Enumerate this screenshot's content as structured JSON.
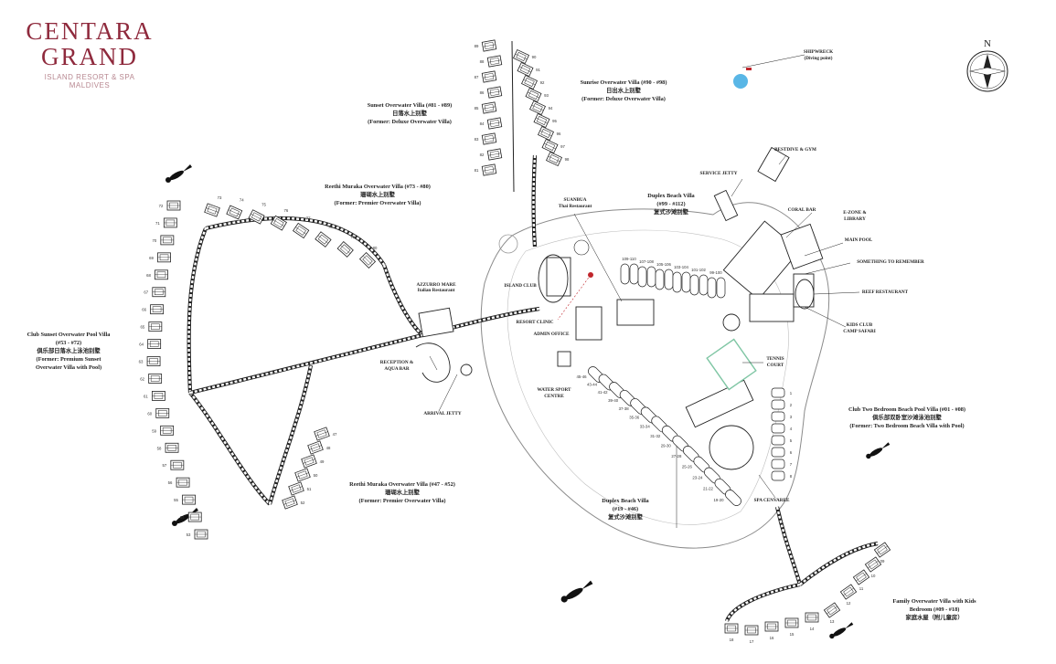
{
  "brand": {
    "line1": "CENTARA",
    "line2": "GRAND",
    "line3": "ISLAND RESORT & SPA",
    "line4": "MALDIVES",
    "color": "#8f2a3d",
    "subcolor": "#b88891"
  },
  "compass_letter": "N",
  "shipwreck": {
    "title": "SHIPWRECK",
    "subtitle": "(Diving point)"
  },
  "groups": {
    "sunset": [
      "Sunset Overwater Villa (#81 - #89)",
      "日落水上别墅",
      "(Former: Deluxe Overwater Villa)"
    ],
    "sunrise": [
      "Sunrise Overwater Villa (#90 - #98)",
      "日出水上别墅",
      "(Former: Deluxe Overwater Villa)"
    ],
    "reethi_top": [
      "Reethi Muraka Overwater Villa (#73 - #80)",
      "珊瑚水上别墅",
      "(Former: Premier Overwater Villa)"
    ],
    "club_sunset": [
      "Club Sunset Overwater Pool Villa",
      "(#53 - #72)",
      "俱乐部日落水上泳池别墅",
      "(Former: Premium Sunset",
      "Overwater Villa with Pool)"
    ],
    "reethi_bottom": [
      "Reethi Muraka Overwater Villa (#47 - #52)",
      "珊瑚水上别墅",
      "(Former: Premier Overwater Villa)"
    ],
    "duplex_top": [
      "Duplex Beach Villa",
      "(#99 - #112)",
      "复式沙滩别墅"
    ],
    "duplex_bottom": [
      "Duplex Beach Villa",
      "(#19 - #46)",
      "复式沙滩别墅"
    ],
    "club_two": [
      "Club Two Bedroom Beach Pool Villa (#01 - #08)",
      "俱乐部双卧室沙滩泳池别墅",
      "(Former: Two Bedroom Beach Villa with Pool)"
    ],
    "family": [
      "Family Overwater Villa with Kids",
      "Bedroom (#09 - #18)",
      "家庭水屋（附儿童房）"
    ]
  },
  "facilities": {
    "suanbua": [
      "SUANBUA",
      "Thai Restaurant"
    ],
    "bestdive": "BESTDIVE & GYM",
    "service_jetty": "SERVICE JETTY",
    "coral_bar": "CORAL BAR",
    "ezone": [
      "E-ZONE &",
      "LIBRARY"
    ],
    "main_pool": "MAIN POOL",
    "something": "SOMETHING TO REMEMBER",
    "reef": "REEF RESTAURANT",
    "kids": [
      "KIDS CLUB",
      "CAMP SAFARI"
    ],
    "tennis": [
      "TENNIS",
      "COURT"
    ],
    "azzurro": [
      "AZZURRO MARE",
      "Italian Restaurant"
    ],
    "island_club": "ISLAND CLUB",
    "resort_clinic": "RESORT CLINIC",
    "admin": "ADMIN OFFICE",
    "reception": [
      "RECEPTION &",
      "AQUA BAR"
    ],
    "arrival": "ARRIVAL JETTY",
    "water_sport": [
      "WATER SPORT",
      "CENTRE"
    ],
    "spa": "SPA CENVAREE"
  },
  "villa_numbers": {
    "sunrise_left": [
      "89",
      "88",
      "87",
      "86",
      "85",
      "84",
      "83",
      "82",
      "81"
    ],
    "sunrise_right": [
      "90",
      "91",
      "92",
      "93",
      "94",
      "95",
      "96",
      "97",
      "98"
    ],
    "reethi_top": [
      "73",
      "74",
      "75",
      "76",
      "77",
      "78",
      "79",
      "80"
    ],
    "club_sunset": [
      "72",
      "71",
      "70",
      "69",
      "68",
      "67",
      "66",
      "65",
      "64",
      "63",
      "62",
      "61",
      "60",
      "59",
      "58",
      "57",
      "56",
      "55",
      "54",
      "53"
    ],
    "reethi_bottom": [
      "47",
      "48",
      "49",
      "50",
      "51",
      "52"
    ],
    "family": [
      "18",
      "17",
      "16",
      "15",
      "14",
      "13",
      "12",
      "11",
      "10",
      "09"
    ],
    "club_two": [
      "1",
      "2",
      "3",
      "4",
      "5",
      "6",
      "7",
      "8"
    ],
    "duplex_top": [
      "109-110",
      "107-108",
      "105-106",
      "103-104",
      "101-102",
      "99-100"
    ],
    "duplex_bottom": [
      "45-46",
      "43-44",
      "41-42",
      "39-40",
      "37-38",
      "35-36",
      "33-34",
      "31-32",
      "29-30",
      "27-28",
      "25-26",
      "23-24",
      "21-22",
      "19-20"
    ]
  },
  "colors": {
    "ink": "#222222",
    "clinic": "#c0262c",
    "shipwreck": "#59b6e6",
    "tennis": "#7fc6a4"
  }
}
